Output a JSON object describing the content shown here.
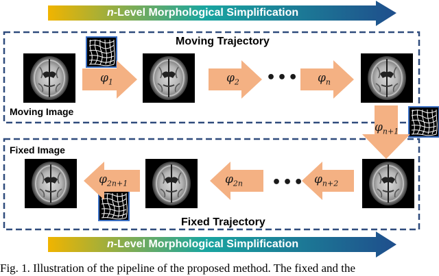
{
  "banner_top": {
    "prefix": "n",
    "text": "-Level Morphological Simplification"
  },
  "banner_bottom": {
    "prefix": "n",
    "text": "-Level Morphological Simplification"
  },
  "moving": {
    "title": "Moving Trajectory",
    "image_label": "Moving Image",
    "transforms": [
      {
        "base": "φ",
        "sub": "1"
      },
      {
        "base": "φ",
        "sub": "2"
      },
      {
        "base": "φ",
        "sub": "n"
      }
    ],
    "ellipsis": "•••"
  },
  "bridge": {
    "base": "φ",
    "sub": "n+1"
  },
  "fixed": {
    "title": "Fixed Trajectory",
    "image_label": "Fixed Image",
    "transforms": [
      {
        "base": "φ",
        "sub": "n+2"
      },
      {
        "base": "φ",
        "sub": "2n"
      },
      {
        "base": "φ",
        "sub": "2n+1"
      }
    ],
    "ellipsis": "•••"
  },
  "caption": "Fig. 1. Illustration of the pipeline of the proposed method. The fixed and the",
  "colors": {
    "arrow_fill": "#f4b183",
    "dash_border": "#2f4b7c",
    "banner_start": "#f0b400",
    "banner_mid": "#19a5a0",
    "banner_end": "#1f4e8c"
  }
}
